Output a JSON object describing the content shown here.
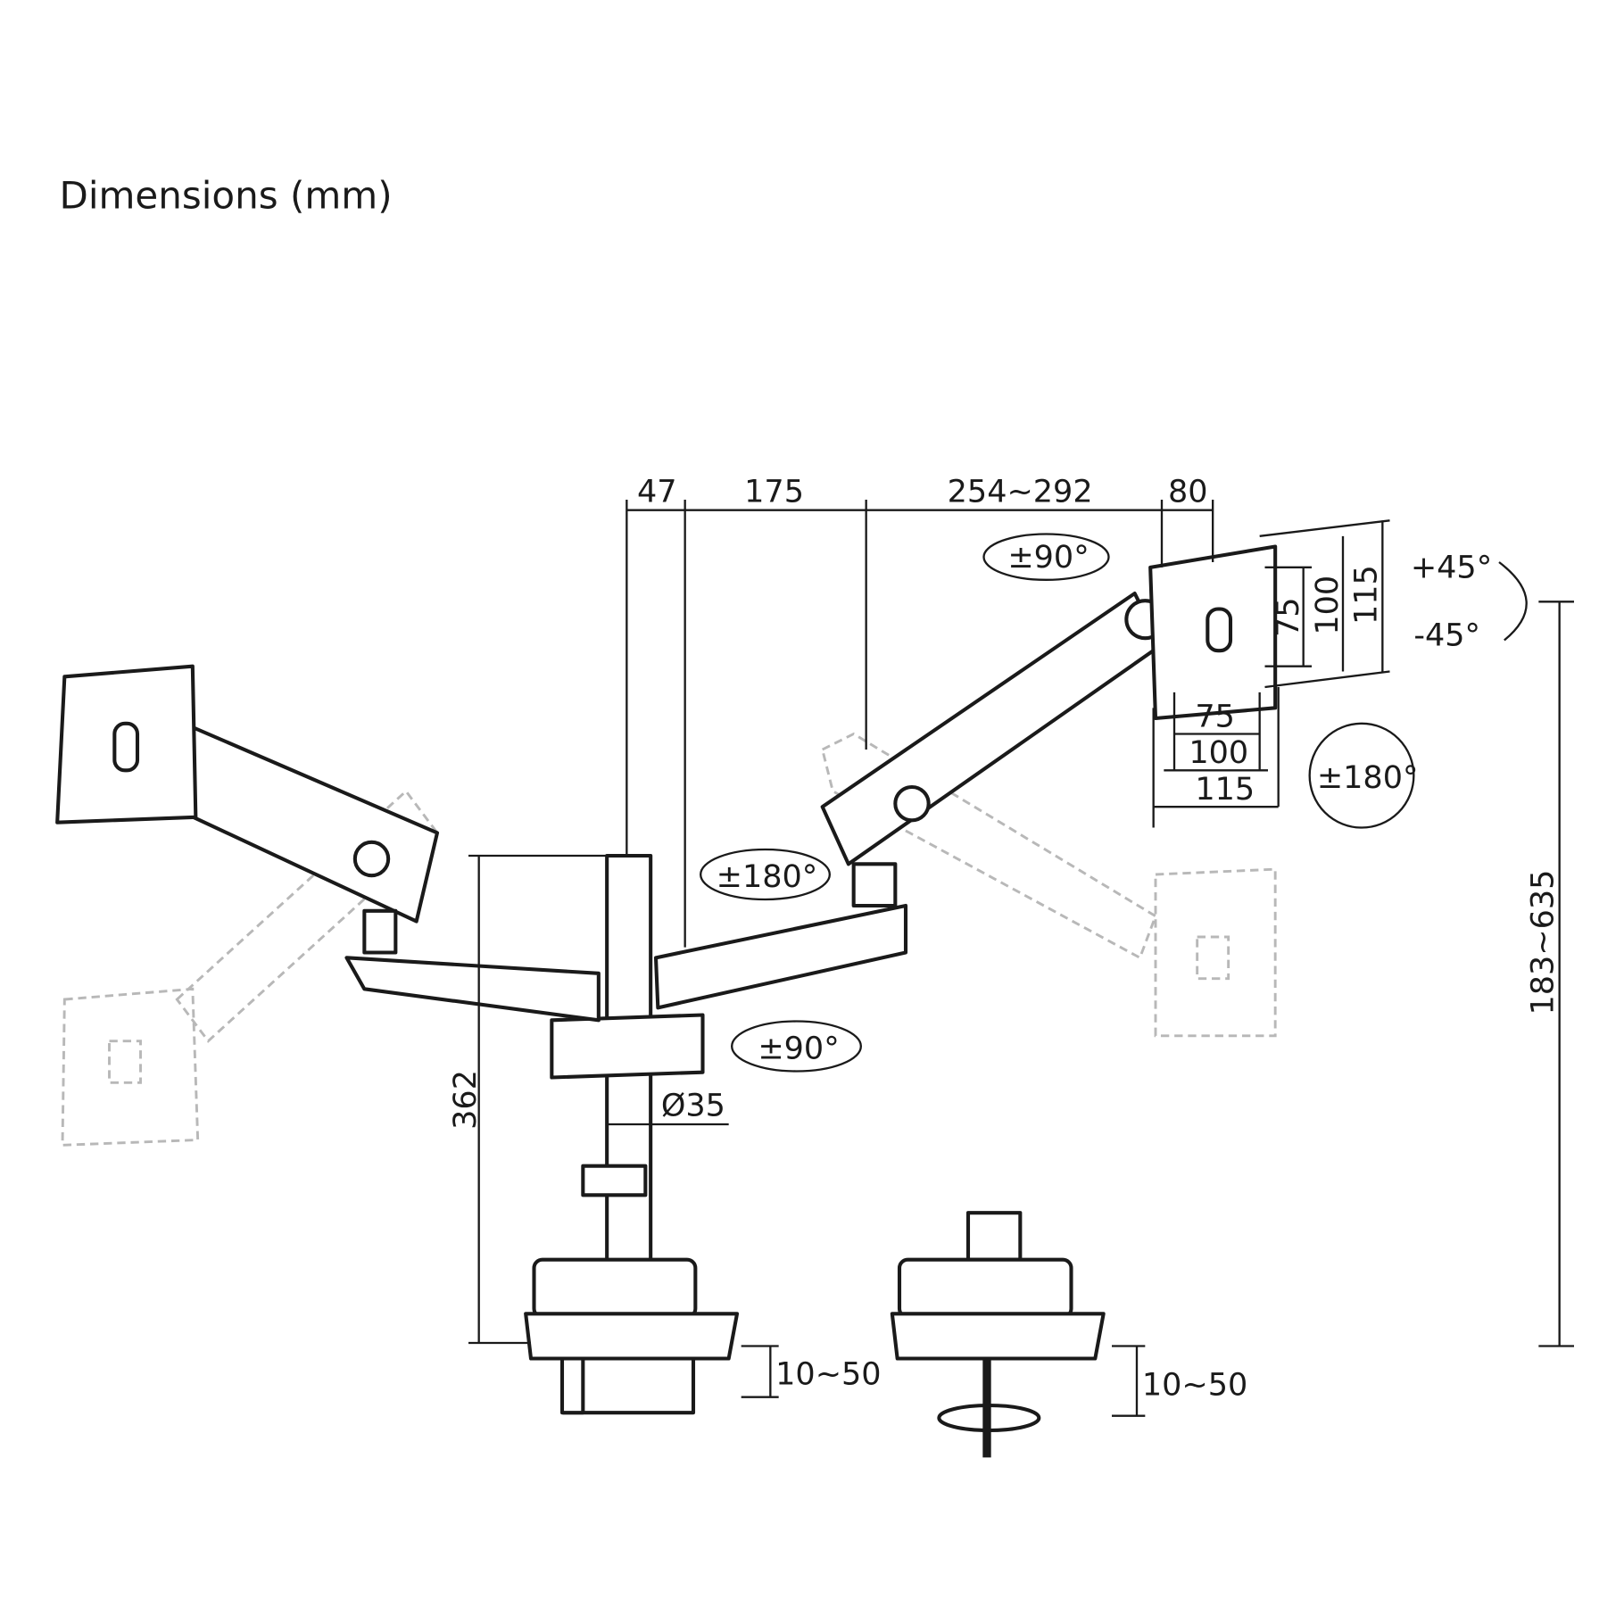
{
  "title": "Dimensions (mm)",
  "top_dimensions": [
    "47",
    "175",
    "254~292",
    "80"
  ],
  "vesa_vertical": [
    "75",
    "100",
    "115"
  ],
  "vesa_horizontal": [
    "75",
    "100",
    "115"
  ],
  "rotations": {
    "head_swivel": "±90°",
    "tilt_up": "+45°",
    "tilt_down": "-45°",
    "screen_rotation": "±180°",
    "arm_swivel": "±180°",
    "base_swivel": "±90°"
  },
  "height_range": "183~635",
  "pole_height": "362",
  "pole_diameter": "Ø35",
  "clamp_thickness": "10~50",
  "grommet_thickness": "10~50"
}
